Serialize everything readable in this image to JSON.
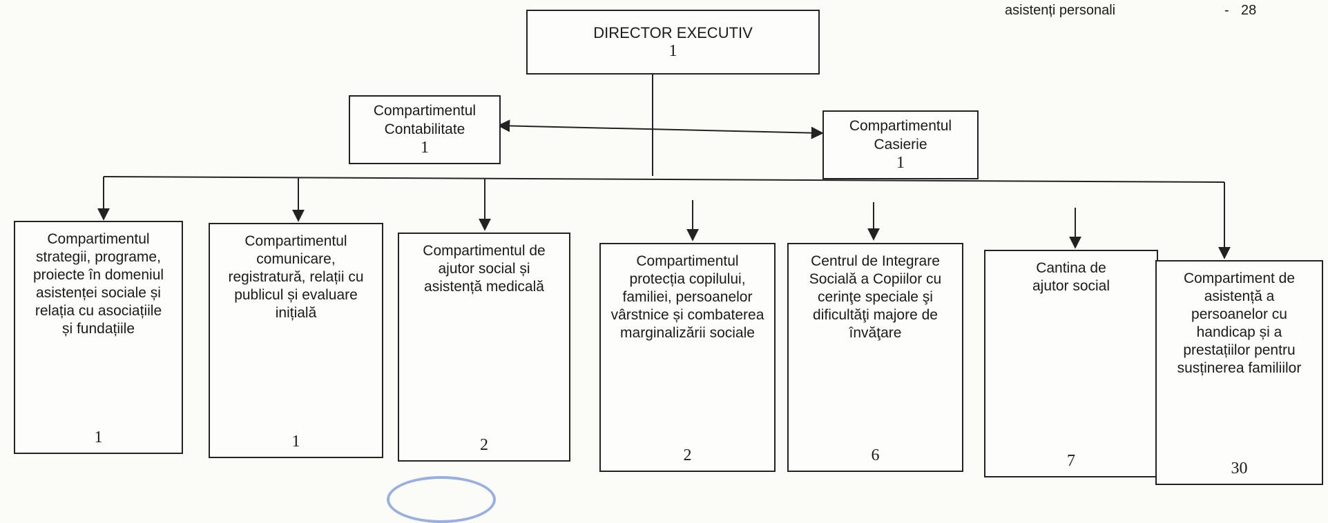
{
  "note": {
    "label": "asistenți personali",
    "dash": "-",
    "count": "28"
  },
  "director": {
    "title": "DIRECTOR EXECUTIV",
    "count": "1"
  },
  "side": [
    {
      "title": "Compartimentul Contabilitate",
      "count": "1"
    },
    {
      "title": "Compartimentul Casierie",
      "count": "1"
    }
  ],
  "departments": [
    {
      "title": "Compartimentul strategii, programe, proiecte în domeniul asistenței sociale și relația cu asociațiile și fundațiile",
      "count": "1"
    },
    {
      "title": "Compartimentul comunicare, registratură, relații cu publicul și evaluare inițială",
      "count": "1"
    },
    {
      "title": "Compartimentul de ajutor social și asistență medicală",
      "count": "2"
    },
    {
      "title": "Compartimentul protecția copilului, familiei, persoanelor vârstnice și combaterea marginalizării sociale",
      "count": "2"
    },
    {
      "title": "Centrul de Integrare Socială a Copiilor cu cerinţe speciale şi dificultăţi majore de învăţare",
      "count": "6"
    },
    {
      "title": "Cantina de ajutor social",
      "count": "7"
    },
    {
      "title": "Compartiment de asistență a persoanelor cu handicap și a prestațiilor pentru susținerea familiilor",
      "count": "30"
    }
  ]
}
